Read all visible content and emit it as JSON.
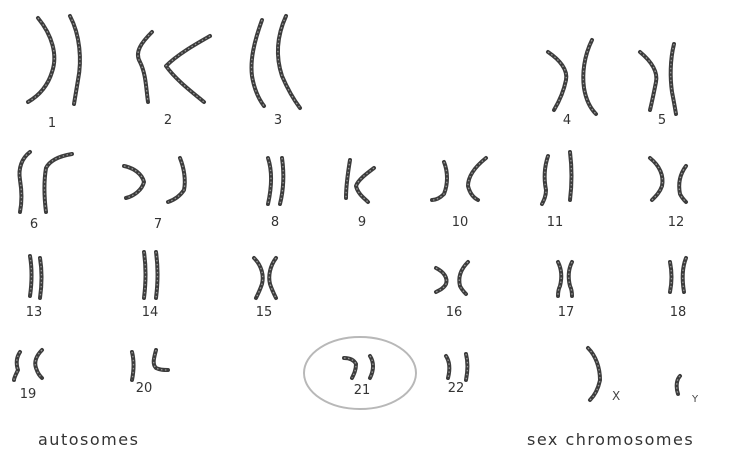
{
  "autosome_labels": [
    "1",
    "2",
    "3",
    "4",
    "5",
    "6",
    "7",
    "8",
    "9",
    "10",
    "11",
    "12",
    "13",
    "14",
    "15",
    "16",
    "17",
    "18",
    "19",
    "20",
    "21",
    "22"
  ],
  "sex_labels": {
    "x": "X",
    "y": "Y"
  },
  "captions": {
    "autosomes": "autosomes",
    "sex": "sex chromosomes"
  },
  "highlighted_pair": "21",
  "colors": {
    "chromosome": "#3c3c3c",
    "highlight_circle": "#b8b8b8",
    "text": "#333333"
  }
}
